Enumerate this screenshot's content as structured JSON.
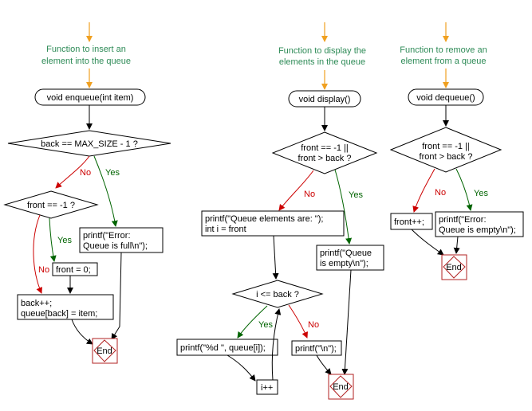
{
  "enqueue": {
    "comment": [
      "Function to insert an",
      "element into the queue"
    ],
    "start": "void enqueue(int item)",
    "cond1": "back == MAX_SIZE - 1 ?",
    "cond2": "front == -1 ?",
    "full_msg": [
      "printf(\"Error:",
      "Queue is full\\n\");"
    ],
    "set_front": "front = 0;",
    "insert": [
      "back++;",
      "queue[back] = item;"
    ],
    "end": "End"
  },
  "display": {
    "comment": [
      "Function to display the",
      "elements in the queue"
    ],
    "start": "void display()",
    "cond1": [
      "front == -1 ||",
      "front > back ?"
    ],
    "print_head": [
      "printf(\"Queue elements are: \");",
      "int i = front"
    ],
    "empty_msg": [
      "printf(\"Queue",
      "is empty\\n\");"
    ],
    "loop_cond": "i <= back ?",
    "print_item": "printf(\"%d \", queue[i]);",
    "newline": "printf(\"\\n\");",
    "increment": "i++",
    "end": "End"
  },
  "dequeue": {
    "comment": [
      "Function to remove an",
      "element from a queue"
    ],
    "start": "void dequeue()",
    "cond1": [
      "front == -1 ||",
      "front > back ?"
    ],
    "inc_front": "front++;",
    "empty_msg": [
      "printf(\"Error:",
      "Queue is empty\\n\");"
    ],
    "end": "End"
  },
  "labels": {
    "no": "No",
    "yes": "Yes"
  },
  "colors": {
    "arrow_top": "#f0a020",
    "comment": "#2e8b57",
    "no": "#cc0000",
    "yes": "#006400",
    "end_border": "#b22222"
  }
}
